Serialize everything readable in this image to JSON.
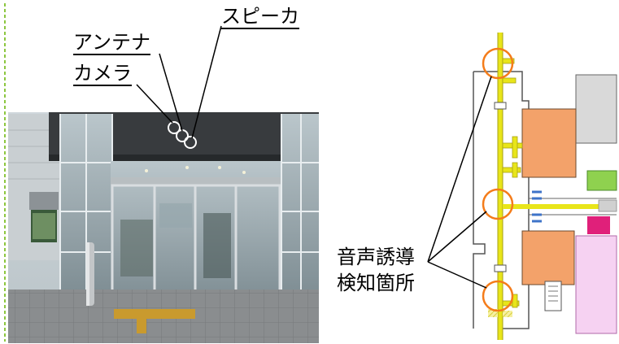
{
  "photo": {
    "labels": {
      "antenna": "アンテナ",
      "speaker": "スピーカ",
      "camera": "カメラ"
    }
  },
  "floorplan": {
    "detection_label_line1": "音声誘導",
    "detection_label_line2": "検知箇所",
    "colors": {
      "guide_path": "#e8e51a",
      "room_orange": "#f3a26a",
      "room_pink": "#f6d2f2",
      "room_magenta": "#e0207a",
      "room_gray": "#d9d9d9",
      "room_green": "#8fd14f",
      "marker_ring": "#f47c1a",
      "link_blue": "#3e73c8"
    }
  },
  "colors": {
    "frame_dash": "#8cc63f"
  }
}
